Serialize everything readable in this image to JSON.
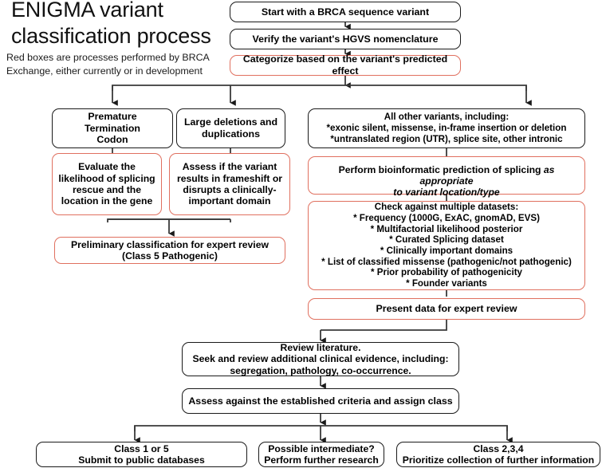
{
  "title": "ENIGMA variant classification process",
  "subtitle": "Red boxes are processes performed by BRCA Exchange, either currently or in development",
  "legend": {
    "red_box_meaning": "Red boxes are processes performed by BRCA Exchange, either currently or in development",
    "red_color": "#e0705f",
    "black_color": "#1a1a1a"
  },
  "nodes": {
    "start": "Start with a BRCA sequence variant",
    "verify": "Verify the variant's HGVS nomenclature",
    "categorize": "Categorize based on the variant's predicted effect",
    "ptc": "Premature\nTermination\nCodon",
    "large_del": "Large deletions and\nduplications",
    "all_other": "All other variants, including:\n*exonic silent, missense, in-frame insertion or deletion\n*untranslated region (UTR), splice site, other intronic",
    "evaluate_splicing": "Evaluate the\nlikelihood of splicing\nrescue and the\nlocation in the gene",
    "assess_frameshift": "Assess if the variant\nresults in frameshift or\ndisrupts a clinically-\nimportant domain",
    "bioinformatic": {
      "line1": "Perform bioinformatic prediction of splicing ",
      "italic": "as appropriate",
      "line2": "to variant location/type"
    },
    "preliminary": "Preliminary classification for expert review\n(Class 5 Pathogenic)",
    "datasets": "Check against multiple datasets:\n* Frequency (1000G, ExAC, gnomAD, EVS)\n* Multifactorial likelihood posterior\n* Curated Splicing dataset\n* Clinically important domains\n* List of classified missense (pathogenic/not pathogenic)\n* Prior probability of pathogenicity\n* Founder variants",
    "present_data": "Present data for expert review",
    "review_literature": "Review literature.\nSeek and review additional clinical evidence, including:\nsegregation, pathology, co-occurrence.",
    "assess_criteria": "Assess against the established criteria and assign class",
    "outcome_left": "Class 1 or 5\nSubmit to public databases",
    "outcome_middle": "Possible intermediate?\nPerform further research",
    "outcome_right": "Class 2,3,4\nPrioritize collection of further information"
  }
}
